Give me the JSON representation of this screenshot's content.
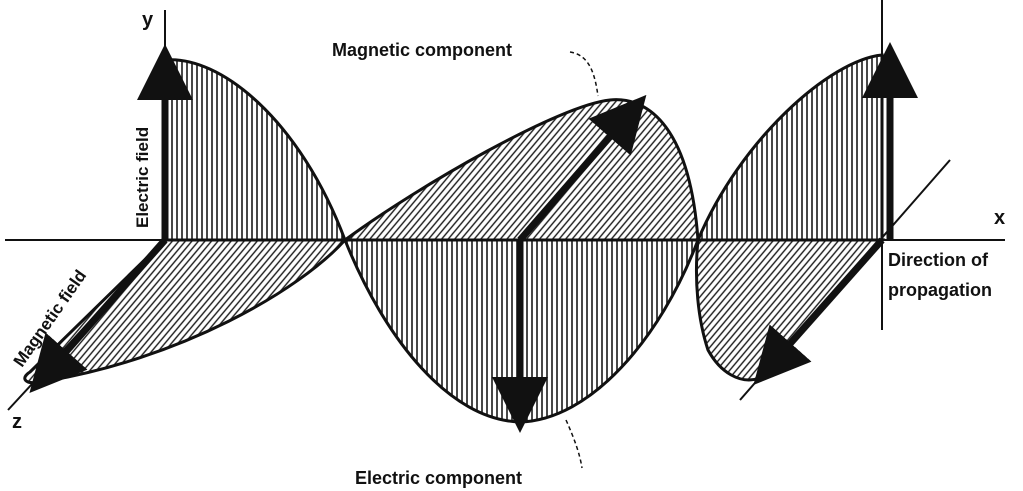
{
  "diagram": {
    "axes": {
      "y": "y",
      "x": "x",
      "z": "z"
    },
    "labels": {
      "electric_field": "Electric field",
      "magnetic_field": "Magnetic field",
      "magnetic_component": "Magnetic component",
      "electric_component": "Electric component",
      "direction_line1": "Direction of",
      "direction_line2": "propagation"
    },
    "colors": {
      "ink": "#111111",
      "background": "#ffffff"
    }
  }
}
